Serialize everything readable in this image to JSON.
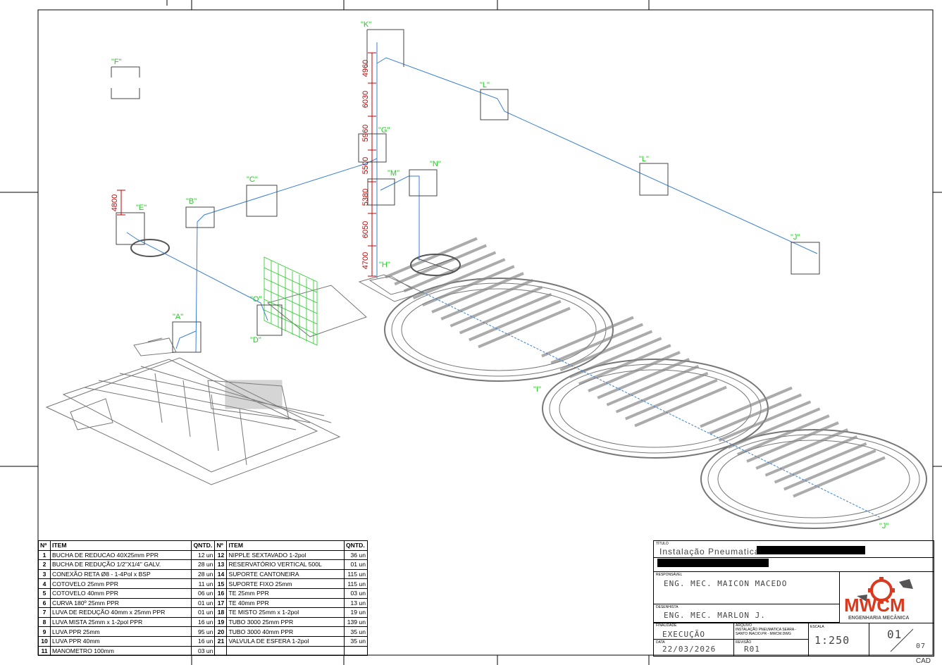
{
  "drawing": {
    "point_labels": [
      {
        "id": "K",
        "text": "\"K\""
      },
      {
        "id": "F",
        "text": "\"F\""
      },
      {
        "id": "L1",
        "text": "\"L\""
      },
      {
        "id": "G",
        "text": "\"G\""
      },
      {
        "id": "M",
        "text": "\"M\""
      },
      {
        "id": "N",
        "text": "\"N\""
      },
      {
        "id": "C",
        "text": "\"C\""
      },
      {
        "id": "L2",
        "text": "\"L\""
      },
      {
        "id": "B",
        "text": "\"B\""
      },
      {
        "id": "E",
        "text": "\"E\""
      },
      {
        "id": "J1",
        "text": "\"J\""
      },
      {
        "id": "H",
        "text": "\"H\""
      },
      {
        "id": "O",
        "text": "\"O\""
      },
      {
        "id": "A",
        "text": "\"A\""
      },
      {
        "id": "D",
        "text": "\"D\""
      },
      {
        "id": "I",
        "text": "\"I\""
      },
      {
        "id": "J2",
        "text": "\"J\""
      }
    ],
    "dimensions": [
      "4960",
      "6030",
      "5960",
      "5500",
      "5380",
      "6050",
      "4700"
    ],
    "side_dimension": "4800",
    "line_color": "#3a7fd5",
    "label_color": "#22cc22",
    "dimension_color": "#c00000"
  },
  "bom": {
    "headers": {
      "no": "Nº",
      "item": "ITEM",
      "qty": "QNTD."
    },
    "left": [
      {
        "no": "1",
        "item": "BUCHA DE REDUCAO 40X25mm PPR",
        "qty": "12 un"
      },
      {
        "no": "2",
        "item": "BUCHA DE REDUÇÃO 1/2''X1/4'' GALV.",
        "qty": "28 un"
      },
      {
        "no": "3",
        "item": "CONEXÃO RETA Ø8 - 1-4Pol x BSP",
        "qty": "28 un"
      },
      {
        "no": "4",
        "item": "COTOVELO 25mm PPR",
        "qty": "11 un"
      },
      {
        "no": "5",
        "item": "COTOVELO 40mm PPR",
        "qty": "06 un"
      },
      {
        "no": "6",
        "item": "CURVA 180º 25mm PPR",
        "qty": "01 un"
      },
      {
        "no": "7",
        "item": "LUVA DE REDUÇÃO 40mm x 25mm PPR",
        "qty": "01 un"
      },
      {
        "no": "8",
        "item": "LUVA MISTA 25mm x 1-2pol PPR",
        "qty": "16 un"
      },
      {
        "no": "9",
        "item": "LUVA PPR 25mm",
        "qty": "95 un"
      },
      {
        "no": "10",
        "item": "LUVA PPR 40mm",
        "qty": "16 un"
      },
      {
        "no": "11",
        "item": "MANOMETRO 100mm",
        "qty": "03 un"
      }
    ],
    "right": [
      {
        "no": "12",
        "item": "NIPPLE SEXTAVADO 1-2pol",
        "qty": "36 un"
      },
      {
        "no": "13",
        "item": "RESERVATÓRIO VERTICAL 500L",
        "qty": "01 un"
      },
      {
        "no": "14",
        "item": "SUPORTE CANTONEIRA",
        "qty": "115 un"
      },
      {
        "no": "15",
        "item": "SUPORTE FIXO 25mm",
        "qty": "115 un"
      },
      {
        "no": "16",
        "item": "TE 25mm PPR",
        "qty": "03 un"
      },
      {
        "no": "17",
        "item": "TE 40mm PPR",
        "qty": "13 un"
      },
      {
        "no": "18",
        "item": "TE MISTO 25mm x 1-2pol",
        "qty": "19 un"
      },
      {
        "no": "19",
        "item": "TUBO 3000 25mm PPR",
        "qty": "139 un"
      },
      {
        "no": "20",
        "item": "TUBO 3000 40mm PPR",
        "qty": "35 un"
      },
      {
        "no": "21",
        "item": "VALVULA DE ESFERA 1-2pol",
        "qty": "35 un"
      },
      {
        "no": "",
        "item": "",
        "qty": ""
      }
    ]
  },
  "title_block": {
    "titulo_caption": "TÍTULO",
    "titulo": "Instalação Pneumatica",
    "responsavel_caption": "RESPONSÁVEL",
    "responsavel": "ENG. MEC. MAICON MACEDO",
    "desenhista_caption": "DESENHISTA",
    "desenhista": "ENG. MEC. MARLON J.",
    "finalidade_caption": "FINALIDADE",
    "finalidade": "EXECUÇÃO",
    "arquivo_caption": "ARQUIVO",
    "arquivo": "INSTALAÇÃO PNEUMATICA SEARA - SANTO INACIO.PR - MWCM.DWG",
    "escala_caption": "ESCALA",
    "escala": "1:250",
    "data_caption": "DATA",
    "data": "22/03/2026",
    "revisao_caption": "REVISÃO",
    "revisao": "R01",
    "sheet": "01",
    "total": "07",
    "logo_text": "MWCM",
    "logo_sub": "ENGENHARIA MECÂNICA",
    "logo_colors": {
      "primary": "#d93a1f",
      "secondary": "#555555"
    }
  },
  "corner_tag": "CAD"
}
